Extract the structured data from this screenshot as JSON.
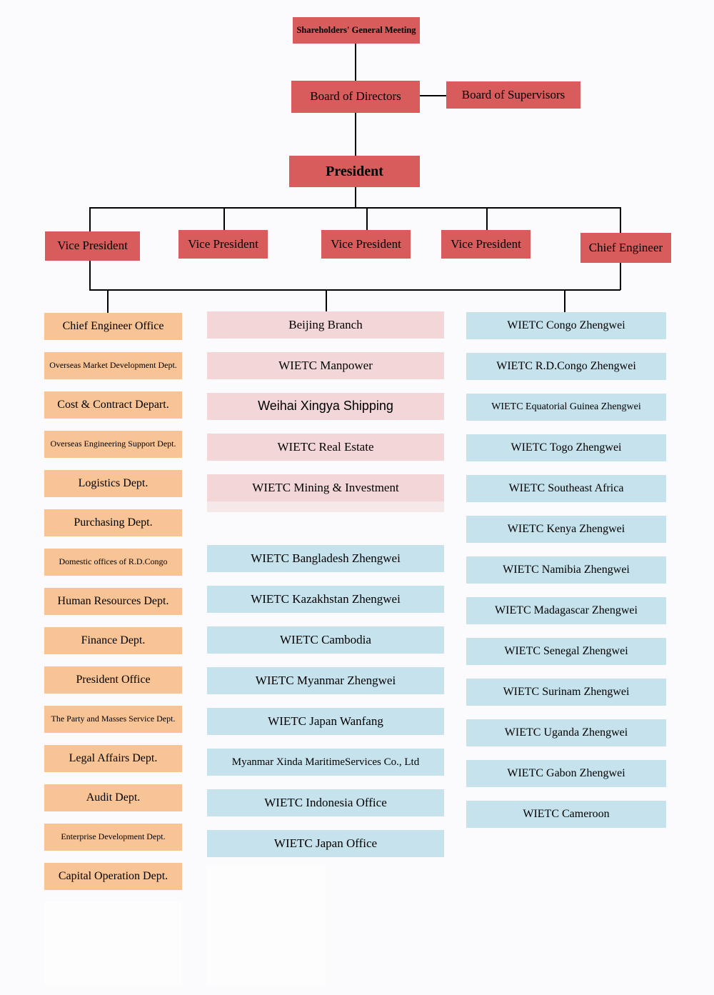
{
  "org": {
    "shareholders": "Shareholders' General Meeting",
    "board_directors": "Board of Directors",
    "board_supervisors": "Board of Supervisors",
    "president": "President",
    "executives": [
      "Vice President",
      "Vice President",
      "Vice President",
      "Vice President",
      "Chief Engineer"
    ],
    "departments": [
      "Chief Engineer Office",
      "Overseas Market Development Dept.",
      "Cost & Contract Depart.",
      "Overseas Engineering Support Dept.",
      "Logistics Dept.",
      "Purchasing Dept.",
      "Domestic offices of R.D.Congo",
      "Human Resources Dept.",
      "Finance Dept.",
      "President Office",
      "The Party and Masses Service Dept.",
      "Legal Affairs Dept.",
      "Audit Dept.",
      "Enterprise Development Dept.",
      "Capital Operation Dept."
    ],
    "branches": [
      "Beijing Branch",
      "WIETC Manpower",
      "Weihai Xingya Shipping",
      "WIETC Real Estate",
      "WIETC Mining & Investment"
    ],
    "overseas_mid": [
      "WIETC Bangladesh Zhengwei",
      "WIETC Kazakhstan Zhengwei",
      "WIETC Cambodia",
      "WIETC Myanmar Zhengwei",
      "WIETC Japan Wanfang",
      "Myanmar Xinda MaritimeServices Co., Ltd",
      "WIETC Indonesia Office",
      "WIETC Japan Office"
    ],
    "overseas_right": [
      "WIETC Congo Zhengwei",
      "WIETC R.D.Congo Zhengwei",
      "WIETC Equatorial Guinea Zhengwei",
      "WIETC Togo Zhengwei",
      "WIETC Southeast Africa",
      "WIETC Kenya Zhengwei",
      "WIETC Namibia Zhengwei",
      "WIETC Madagascar Zhengwei",
      "WIETC Senegal Zhengwei",
      "WIETC Surinam Zhengwei",
      "WIETC Uganda Zhengwei",
      "WIETC Gabon Zhengwei",
      "WIETC Cameroon"
    ],
    "colors": {
      "governance_red": "#d95c5c",
      "department_peach": "#f9c495",
      "branch_pink": "#f3d7d8",
      "overseas_blue": "#c6e3ed"
    }
  }
}
